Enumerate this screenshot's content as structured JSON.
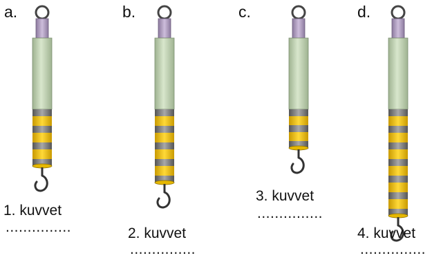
{
  "scales": [
    {
      "letter": "a.",
      "caption": "1. kuvvet",
      "blank": "..............."
    },
    {
      "letter": "b.",
      "caption": "2. kuvvet",
      "blank": "..............."
    },
    {
      "letter": "c.",
      "caption": "3. kuvvet",
      "blank": "..............."
    },
    {
      "letter": "d.",
      "caption": "4. kuvvet",
      "blank": "..............."
    }
  ],
  "colors": {
    "ring": "#444444",
    "neck": "#b8a4c6",
    "body": "#c2d4b6",
    "band_yellow": "#f2c40f",
    "band_gray": "#8a8a8a",
    "hook": "#333333"
  }
}
